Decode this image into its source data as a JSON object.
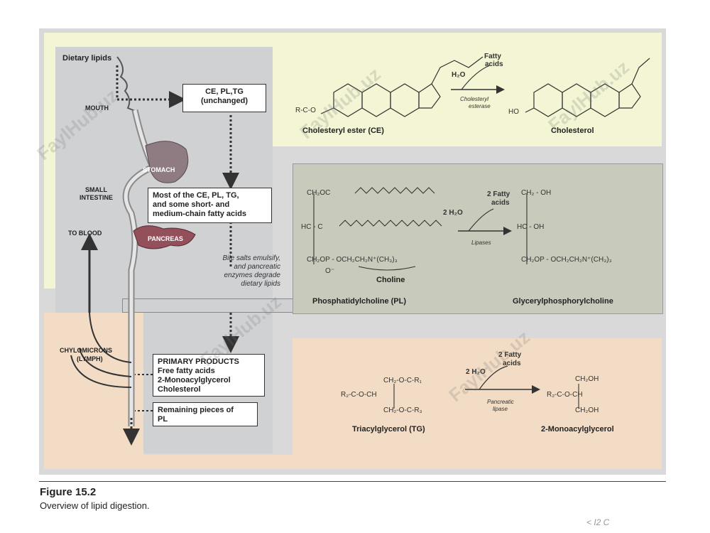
{
  "labels": {
    "dietary_lipids": "Dietary lipids",
    "mouth": "MOUTH",
    "stomach": "STOMACH",
    "small_intestine_1": "SMALL",
    "small_intestine_2": "INTESTINE",
    "to_blood": "TO BLOOD",
    "pancreas": "PANCREAS",
    "chylomicrons_1": "CHYLOMICRONS",
    "chylomicrons_2": "(LYMPH)"
  },
  "boxes": {
    "unchanged_1": "CE, PL,TG",
    "unchanged_2": "(unchanged)",
    "mostof_1": "Most of the CE, PL, TG,",
    "mostof_2": "and some short- and",
    "mostof_3": "medium-chain fatty acids",
    "primary_1": "PRIMARY PRODUCTS",
    "primary_2": "Free fatty acids",
    "primary_3": "2-Monoacylglycerol",
    "primary_4": "Cholesterol",
    "remaining_1": "Remaining pieces of",
    "remaining_2": "PL"
  },
  "bile": {
    "l1": "Bile salts emulsify,",
    "l2": "and pancreatic",
    "l3": "enzymes degrade",
    "l4": "dietary lipids"
  },
  "reaction_ce": {
    "water": "H₂O",
    "product_1": "Fatty",
    "product_2": "acids",
    "enzyme_1": "Cholesteryl",
    "enzyme_2": "esterase",
    "substrate": "Cholesteryl ester (CE)",
    "product": "Cholesterol",
    "ester_group": "R-C-O",
    "ho": "HO"
  },
  "reaction_pl": {
    "water": "2 H₂O",
    "product_1": "2 Fatty",
    "product_2": "acids",
    "enzyme": "Lipases",
    "substrate": "Phosphatidylcholine (PL)",
    "product": "Glycerylphosphorylcholine",
    "choline": "Choline",
    "row1": "CH₂OC",
    "row2": "HC - C",
    "row3": "CH₂OP - OCH₂CH₂N⁺(CH₃)₃",
    "o_minus": "O⁻",
    "p1": "CH₂ - OH",
    "p2": "HC - OH",
    "p3": "CH₂OP - OCH₂CH₂N⁺(CH₃)₃"
  },
  "reaction_tg": {
    "water": "2 H₂O",
    "product_1": "2 Fatty",
    "product_2": "acids",
    "enzyme_1": "Pancreatic",
    "enzyme_2": "lipase",
    "substrate": "Triacylglycerol (TG)",
    "product": "2-Monoacylglycerol",
    "t1": "CH₂-O-C-R₁",
    "t2": "R₂-C-O-CH",
    "t3": "CH₂-O-C-R₃",
    "m1": "CH₂OH",
    "m2": "R₂-C-O-CH",
    "m3": "CH₂OH"
  },
  "caption": {
    "figure": "Figure 15.2",
    "text": "Overview of lipid digestion.",
    "page_mark": "< I2 C"
  },
  "watermark": "FaylHub.uz",
  "colors": {
    "yellow": "#f3f5d4",
    "peach": "#f2dcc5",
    "olive": "#c8cbbb",
    "gray": "#cfd1d3"
  }
}
